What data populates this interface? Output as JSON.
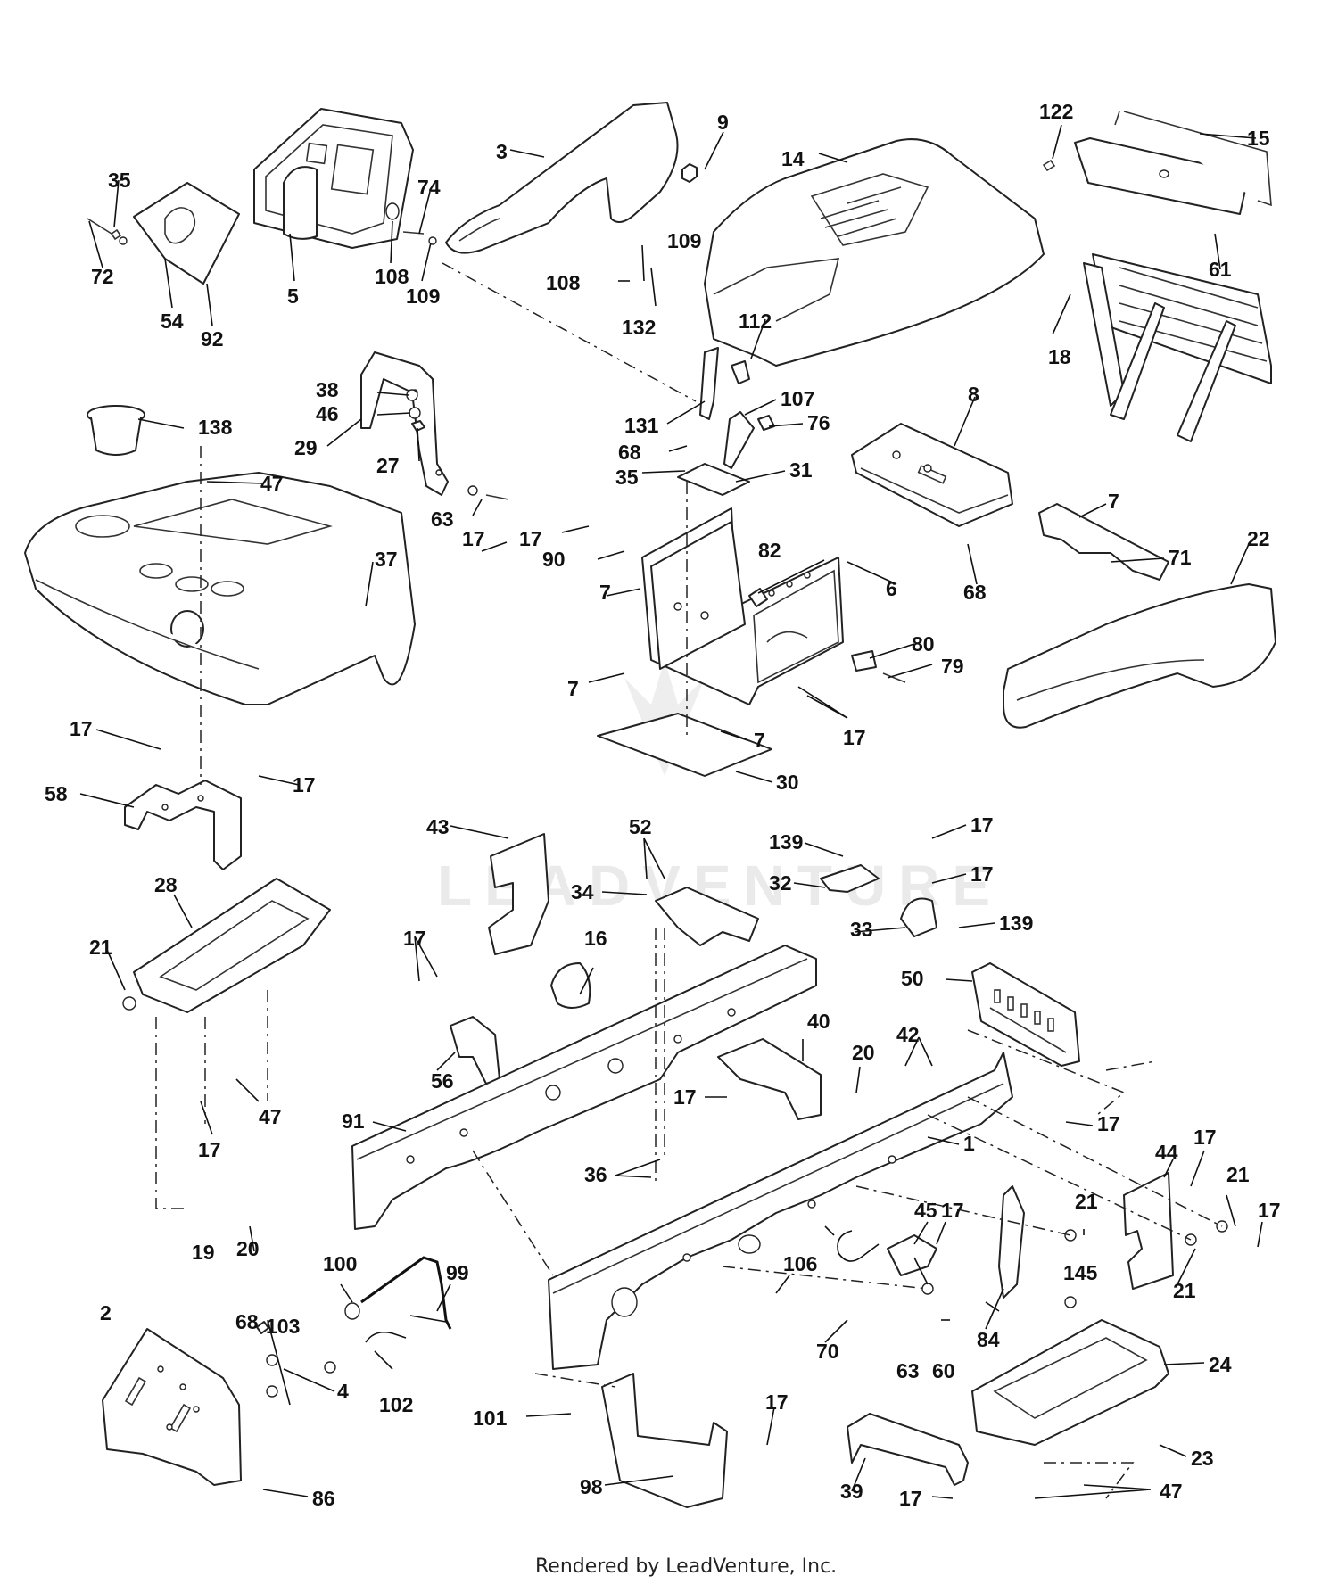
{
  "diagram": {
    "watermark_text": "LEADVENTURE",
    "footer_text": "Rendered by LeadVenture, Inc.",
    "callouts": [
      {
        "id": "c1",
        "label": "3"
      },
      {
        "id": "c2",
        "label": "9"
      },
      {
        "id": "c3",
        "label": "14"
      },
      {
        "id": "c4",
        "label": "122"
      },
      {
        "id": "c5",
        "label": "15"
      },
      {
        "id": "c6",
        "label": "61"
      },
      {
        "id": "c7",
        "label": "35"
      },
      {
        "id": "c8",
        "label": "72"
      },
      {
        "id": "c9",
        "label": "54"
      },
      {
        "id": "c10",
        "label": "92"
      },
      {
        "id": "c11",
        "label": "5"
      },
      {
        "id": "c12",
        "label": "74"
      },
      {
        "id": "c13",
        "label": "108"
      },
      {
        "id": "c14",
        "label": "109"
      },
      {
        "id": "c15",
        "label": "109"
      },
      {
        "id": "c16",
        "label": "108"
      },
      {
        "id": "c17",
        "label": "132"
      },
      {
        "id": "c18",
        "label": "112"
      },
      {
        "id": "c19",
        "label": "18"
      },
      {
        "id": "c20",
        "label": "38"
      },
      {
        "id": "c21",
        "label": "46"
      },
      {
        "id": "c22",
        "label": "29"
      },
      {
        "id": "c23",
        "label": "27"
      },
      {
        "id": "c24",
        "label": "138"
      },
      {
        "id": "c25",
        "label": "131"
      },
      {
        "id": "c26",
        "label": "107"
      },
      {
        "id": "c27",
        "label": "76"
      },
      {
        "id": "c28",
        "label": "68"
      },
      {
        "id": "c29",
        "label": "8"
      },
      {
        "id": "c30",
        "label": "35"
      },
      {
        "id": "c31",
        "label": "31"
      },
      {
        "id": "c32",
        "label": "47"
      },
      {
        "id": "c33",
        "label": "63"
      },
      {
        "id": "c34",
        "label": "17"
      },
      {
        "id": "c35",
        "label": "17"
      },
      {
        "id": "c36",
        "label": "90"
      },
      {
        "id": "c37",
        "label": "82"
      },
      {
        "id": "c38",
        "label": "7"
      },
      {
        "id": "c39",
        "label": "71"
      },
      {
        "id": "c40",
        "label": "22"
      },
      {
        "id": "c41",
        "label": "68"
      },
      {
        "id": "c42",
        "label": "37"
      },
      {
        "id": "c43",
        "label": "7"
      },
      {
        "id": "c44",
        "label": "6"
      },
      {
        "id": "c45",
        "label": "80"
      },
      {
        "id": "c46",
        "label": "79"
      },
      {
        "id": "c47",
        "label": "7"
      },
      {
        "id": "c48",
        "label": "17"
      },
      {
        "id": "c49",
        "label": "7"
      },
      {
        "id": "c50",
        "label": "17"
      },
      {
        "id": "c51",
        "label": "17"
      },
      {
        "id": "c52",
        "label": "58"
      },
      {
        "id": "c53",
        "label": "30"
      },
      {
        "id": "c54",
        "label": "43"
      },
      {
        "id": "c55",
        "label": "52"
      },
      {
        "id": "c56",
        "label": "139"
      },
      {
        "id": "c57",
        "label": "17"
      },
      {
        "id": "c58",
        "label": "17"
      },
      {
        "id": "c59",
        "label": "32"
      },
      {
        "id": "c60",
        "label": "34"
      },
      {
        "id": "c61",
        "label": "28"
      },
      {
        "id": "c62",
        "label": "33"
      },
      {
        "id": "c63",
        "label": "139"
      },
      {
        "id": "c64",
        "label": "21"
      },
      {
        "id": "c65",
        "label": "17"
      },
      {
        "id": "c66",
        "label": "16"
      },
      {
        "id": "c67",
        "label": "50"
      },
      {
        "id": "c68",
        "label": "56"
      },
      {
        "id": "c69",
        "label": "42"
      },
      {
        "id": "c70",
        "label": "40"
      },
      {
        "id": "c71",
        "label": "20"
      },
      {
        "id": "c72",
        "label": "47"
      },
      {
        "id": "c73",
        "label": "91"
      },
      {
        "id": "c74",
        "label": "17"
      },
      {
        "id": "c75",
        "label": "17"
      },
      {
        "id": "c76",
        "label": "17"
      },
      {
        "id": "c77",
        "label": "44"
      },
      {
        "id": "c78",
        "label": "1"
      },
      {
        "id": "c79",
        "label": "17"
      },
      {
        "id": "c80",
        "label": "36"
      },
      {
        "id": "c81",
        "label": "21"
      },
      {
        "id": "c82",
        "label": "21"
      },
      {
        "id": "c83",
        "label": "17"
      },
      {
        "id": "c84",
        "label": "20"
      },
      {
        "id": "c85",
        "label": "45"
      },
      {
        "id": "c86",
        "label": "17"
      },
      {
        "id": "c87",
        "label": "19"
      },
      {
        "id": "c88",
        "label": "21"
      },
      {
        "id": "c89",
        "label": "100"
      },
      {
        "id": "c90",
        "label": "106"
      },
      {
        "id": "c91",
        "label": "99"
      },
      {
        "id": "c92",
        "label": "68"
      },
      {
        "id": "c93",
        "label": "103"
      },
      {
        "id": "c94",
        "label": "70"
      },
      {
        "id": "c95",
        "label": "145"
      },
      {
        "id": "c96",
        "label": "2"
      },
      {
        "id": "c97",
        "label": "63"
      },
      {
        "id": "c98",
        "label": "60"
      },
      {
        "id": "c99",
        "label": "84"
      },
      {
        "id": "c100",
        "label": "24"
      },
      {
        "id": "c101",
        "label": "102"
      },
      {
        "id": "c102",
        "label": "4"
      },
      {
        "id": "c103",
        "label": "101"
      },
      {
        "id": "c104",
        "label": "17"
      },
      {
        "id": "c105",
        "label": "23"
      },
      {
        "id": "c106",
        "label": "39"
      },
      {
        "id": "c107",
        "label": "98"
      },
      {
        "id": "c108",
        "label": "86"
      },
      {
        "id": "c109",
        "label": "17"
      },
      {
        "id": "c110",
        "label": "47"
      }
    ]
  }
}
